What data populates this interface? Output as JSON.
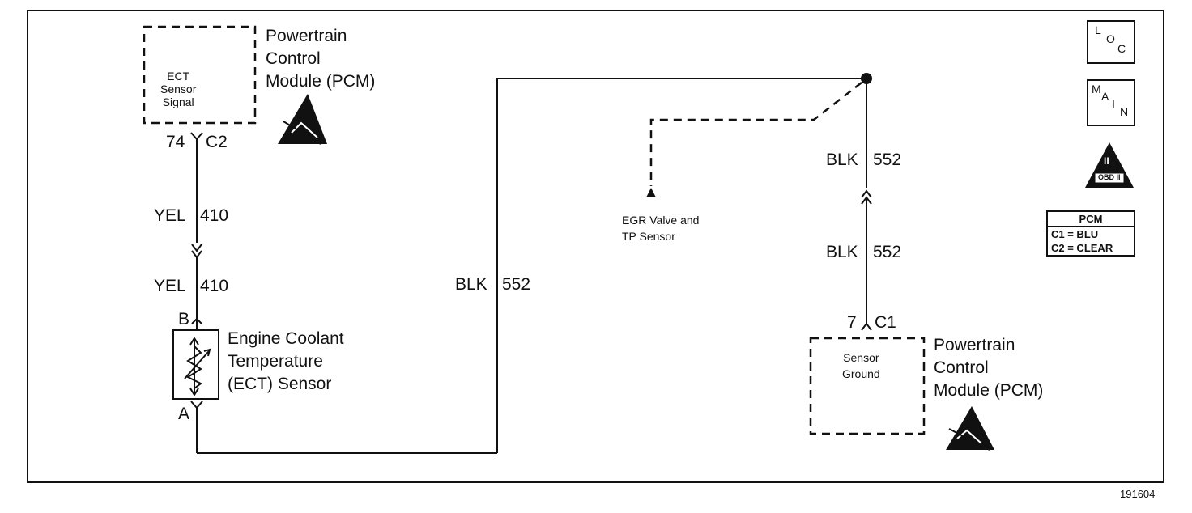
{
  "pcm_top": {
    "title": "Powertrain\nControl\nModule (PCM)",
    "circuit": "ECT\nSensor\nSignal",
    "pin": "74",
    "connector": "C2"
  },
  "wire_left": {
    "upper_color": "YEL",
    "upper_num": "410",
    "lower_color": "YEL",
    "lower_num": "410"
  },
  "ect_sensor": {
    "title": "Engine Coolant\nTemperature\n(ECT) Sensor",
    "terminal_b": "B",
    "terminal_a": "A"
  },
  "wire_middle": {
    "color": "BLK",
    "num": "552"
  },
  "egr_label": "EGR Valve and\nTP Sensor",
  "wire_right": {
    "upper_color": "BLK",
    "upper_num": "552",
    "lower_color": "BLK",
    "lower_num": "552"
  },
  "pcm_bottom": {
    "title": "Powertrain\nControl\nModule (PCM)",
    "circuit": "Sensor\nGround",
    "pin": "7",
    "connector": "C1"
  },
  "legend": {
    "loc": {
      "l": "L",
      "o": "O",
      "c": "C"
    },
    "main": {
      "m": "M",
      "a": "A",
      "i": "I",
      "n": "N"
    },
    "obd": {
      "numeral": "II",
      "text": "OBD II"
    },
    "pcm_table": {
      "header": "PCM",
      "rows": [
        "C1 = BLU",
        "C2 = CLEAR"
      ]
    }
  },
  "figure_number": "191604"
}
